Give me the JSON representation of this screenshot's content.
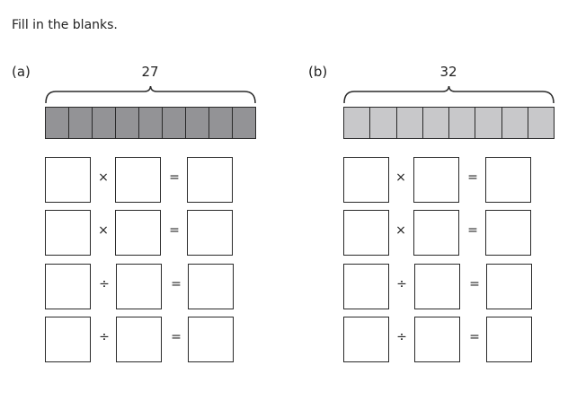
{
  "instruction": "Fill in the blanks.",
  "problems": [
    {
      "label": "(a)",
      "total": "27",
      "segments": 9,
      "segment_color": "#939396",
      "rows": [
        {
          "op": "×",
          "eq": "="
        },
        {
          "op": "×",
          "eq": "="
        },
        {
          "op": "÷",
          "eq": "="
        },
        {
          "op": "÷",
          "eq": "="
        }
      ]
    },
    {
      "label": "(b)",
      "total": "32",
      "segments": 8,
      "segment_color": "#c8c8ca",
      "rows": [
        {
          "op": "×",
          "eq": "="
        },
        {
          "op": "×",
          "eq": "="
        },
        {
          "op": "÷",
          "eq": "="
        },
        {
          "op": "÷",
          "eq": "="
        }
      ]
    }
  ]
}
